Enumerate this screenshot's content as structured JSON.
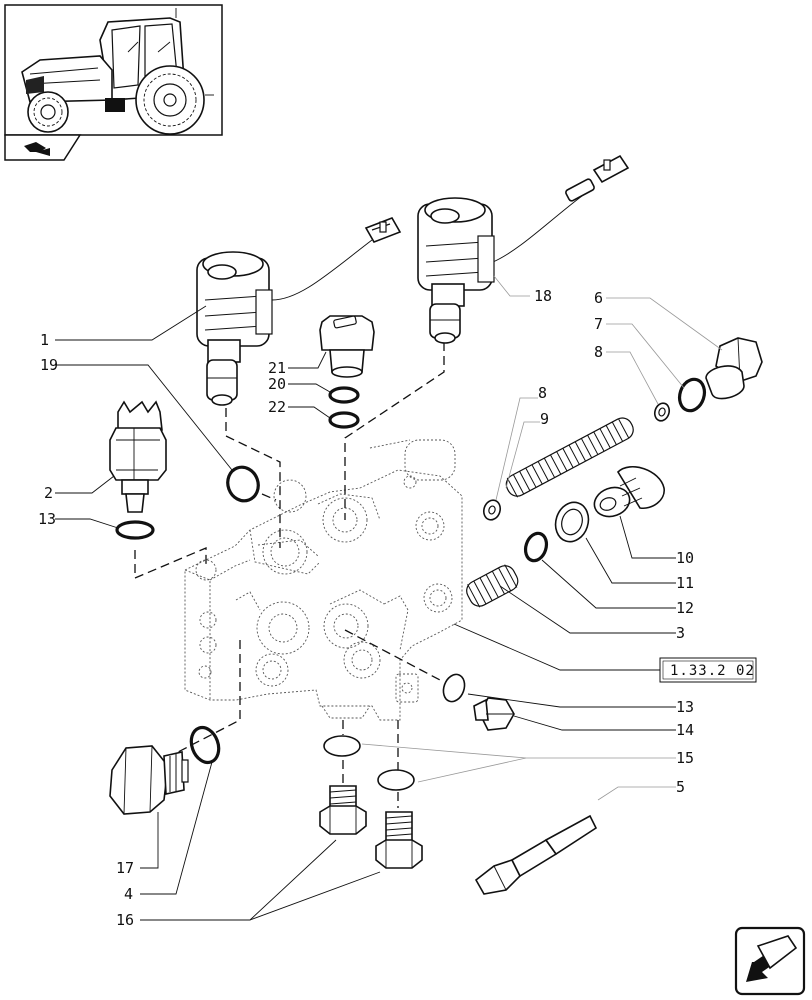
{
  "callouts": [
    {
      "num": "1"
    },
    {
      "num": "19"
    },
    {
      "num": "2"
    },
    {
      "num": "13"
    },
    {
      "num": "21"
    },
    {
      "num": "20"
    },
    {
      "num": "22"
    },
    {
      "num": "18"
    },
    {
      "num": "6"
    },
    {
      "num": "7"
    },
    {
      "num": "8"
    },
    {
      "num": "8"
    },
    {
      "num": "9"
    },
    {
      "num": "10"
    },
    {
      "num": "11"
    },
    {
      "num": "12"
    },
    {
      "num": "3"
    },
    {
      "num": "13"
    },
    {
      "num": "14"
    },
    {
      "num": "15"
    },
    {
      "num": "5"
    },
    {
      "num": "17"
    },
    {
      "num": "4"
    },
    {
      "num": "16"
    }
  ],
  "reference_box": "1.33.2 02",
  "icons": {
    "thumbnail": "tractor-thumbnail-icon",
    "corner_badge": "arrow-badge-icon",
    "nav": "back-arrow-icon"
  }
}
